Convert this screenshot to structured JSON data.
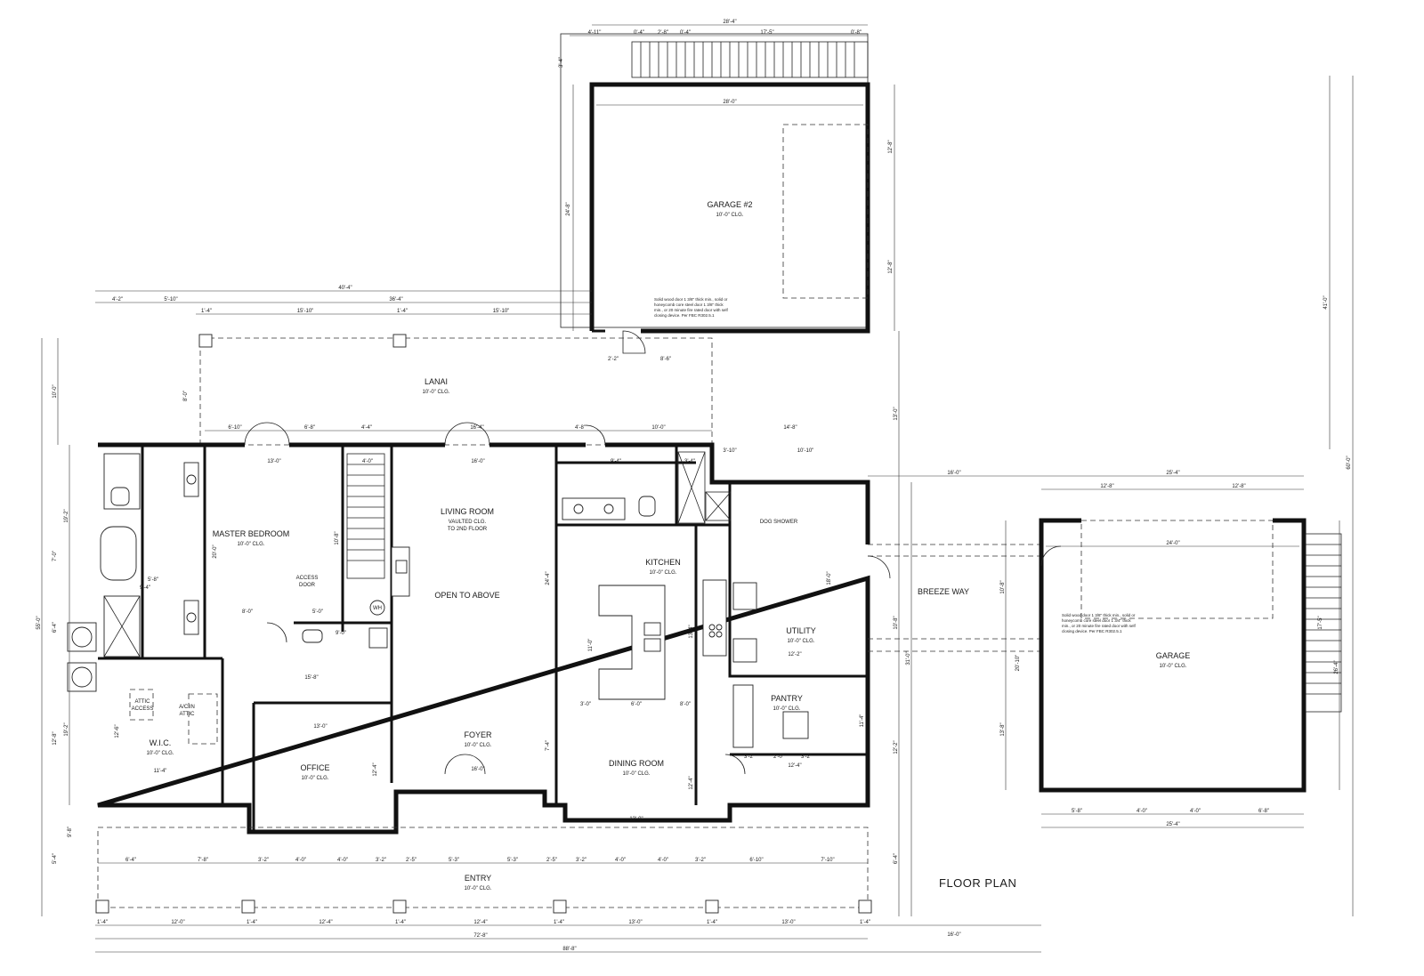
{
  "sheet_title": "FLOOR PLAN",
  "rooms": {
    "garage2": {
      "name": "GARAGE #2",
      "ceiling": "10'-0\" CLG."
    },
    "lanai": {
      "name": "LANAI",
      "ceiling": "10'-0\" CLG."
    },
    "master_bedroom": {
      "name": "MASTER BEDROOM",
      "ceiling": "10'-0\" CLG."
    },
    "living_room": {
      "name": "LIVING ROOM",
      "line2": "VAULTED CLG.",
      "line3": "TO 2ND FLOOR"
    },
    "open_to_above": {
      "name": "OPEN TO ABOVE"
    },
    "kitchen": {
      "name": "KITCHEN",
      "ceiling": "10'-0\" CLG."
    },
    "utility": {
      "name": "UTILITY",
      "ceiling": "10'-0\" CLG."
    },
    "breeze_way": {
      "name": "BREEZE WAY"
    },
    "garage": {
      "name": "GARAGE",
      "ceiling": "10'-0\" CLG."
    },
    "pantry": {
      "name": "PANTRY",
      "ceiling": "10'-0\" CLG."
    },
    "wic": {
      "name": "W.I.C.",
      "ceiling": "10'-0\" CLG."
    },
    "office": {
      "name": "OFFICE",
      "ceiling": "10'-0\" CLG."
    },
    "foyer": {
      "name": "FOYER",
      "ceiling": "10'-0\" CLG."
    },
    "dining_room": {
      "name": "DINING ROOM",
      "ceiling": "10'-0\" CLG."
    },
    "entry": {
      "name": "ENTRY",
      "ceiling": "10'-0\" CLG."
    }
  },
  "labels": {
    "access_door_1": "ACCESS",
    "access_door_2": "DOOR",
    "attic_access_1": "ATTIC",
    "attic_access_2": "ACCESS",
    "ac_attic_1": "A/C IN",
    "ac_attic_2": "ATTIC",
    "dog_shower": "DOG SHOWER",
    "water_heater": "WH"
  },
  "notes": {
    "garage2_door": [
      "Solid wood door 1 3/8\" thick min., solid or",
      "honeycomb core steel door 1 3/8\" thick",
      "min., or 20 minute fire rated door with self",
      "closing device. Per FBC R302.5.1"
    ],
    "garage_door": [
      "Solid wood door 1 3/8\" thick min., solid or",
      "honeycomb core steel door 1 3/4\" thick",
      "min., or 20 minute fire rated door with self",
      "closing device. Per FBC R302.5.1"
    ]
  },
  "dims": {
    "g2_total": "28'-4\"",
    "g2_a": "4'-11\"",
    "g2_b": "0'-4\"",
    "g2_c": "2'-8\"",
    "g2_d": "0'-4\"",
    "g2_e": "17'-5\"",
    "g2_f": "0'-8\"",
    "g2_inner": "28'-0\"",
    "g2_v1": "24'-8\"",
    "g2_v2": "12'-8\"",
    "g2_v3": "12'-8\"",
    "g2_v4": "3'-4\"",
    "g2_b1": "2'-2\"",
    "g2_b2": "8'-6\"",
    "main_top": "40'-4\"",
    "top_a": "4'-2\"",
    "top_b": "5'-10\"",
    "top_c": "36'-4\"",
    "top_d": "1'-4\"",
    "top_e": "15'-10\"",
    "top_f": "1'-4\"",
    "top_g": "15'-10\"",
    "lanai_a": "6'-10\"",
    "lanai_b": "6'-8\"",
    "lanai_c": "4'-4\"",
    "lanai_d": "16'-4\"",
    "lanai_e": "4'-8\"",
    "lanai_f": "10'-0\"",
    "lanai_g": "14'-8\"",
    "mb_w": "13'-0\"",
    "st_w": "4'-0\"",
    "lr_w": "16'-0\"",
    "bath_w": "9'-4\"",
    "bath_w2": "3'-4\"",
    "k_a": "3'-10\"",
    "k_b": "10'-10\"",
    "bw": "16'-0\"",
    "gar_top": "25'-4\"",
    "gar_a": "12'-8\"",
    "gar_b": "12'-8\"",
    "gar_inner": "24'-0\"",
    "gar_v1": "10'-8\"",
    "gar_v2": "20'-10\"",
    "gar_v3": "13'-8\"",
    "gar_v4": "17'-5\"",
    "gar_v5": "26'-4\"",
    "gar_bot": "25'-4\"",
    "gar_b1": "5'-8\"",
    "gar_b2": "4'-0\"",
    "gar_b3": "4'-0\"",
    "gar_b4": "6'-8\"",
    "overall_v": "60'-0\"",
    "overall_v2": "41'-0\"",
    "right_v1": "13'-0\"",
    "right_v2": "10'-8\"",
    "right_v3": "31'-0\"",
    "right_v4": "12'-2\"",
    "right_v5": "6'-4\"",
    "mb_v": "20'-0\"",
    "lr_v": "24'-4\"",
    "k_v": "13'-4\"",
    "ut_v": "18'-0\"",
    "ut_w": "12'-2\"",
    "lr_h": "10'-8\"",
    "bath_a": "5'-8\"",
    "bath_b": "8'-0\"",
    "bath_c": "5'-0\"",
    "wh_a": "9'-0\"",
    "hall": "15'-8\"",
    "wic_w": "11'-4\"",
    "wic_v": "12'-6\"",
    "off_w": "13'-0\"",
    "off_v": "12'-4\"",
    "foyer_w": "16'-0\"",
    "foyer_v": "7'-4\"",
    "dr_w": "13'-0\"",
    "dr_v": "12'-4\"",
    "dr_a": "3'-0\"",
    "dr_b": "6'-0\"",
    "dr_c": "8'-0\"",
    "k_in": "11'-0\"",
    "k_in2": "8'-0\"",
    "pan_w": "12'-4\"",
    "pan_v": "11'-4\"",
    "pan_a": "3'-2\"",
    "pan_b": "2'-0\"",
    "pan_c": "3'-2\"",
    "left_v1": "55'-0\"",
    "left_v2": "10'-0\"",
    "left_v3": "8'-0\"",
    "left_v4": "19'-2\"",
    "left_v5": "7'-0\"",
    "left_v6": "6'-4\"",
    "left_v7": "5'-4\"",
    "left_v8": "9'-8\"",
    "left_v9": "12'-8\"",
    "ent_a": "6'-4\"",
    "ent_b": "7'-8\"",
    "ent_c": "3'-2\"",
    "ent_d": "4'-0\"",
    "ent_e": "4'-0\"",
    "ent_f": "3'-2\"",
    "ent_g": "2'-5\"",
    "ent_h": "5'-3\"",
    "ent_i": "5'-3\"",
    "ent_j": "2'-5\"",
    "ent_k": "3'-2\"",
    "ent_l": "4'-0\"",
    "ent_m": "4'-0\"",
    "ent_n": "3'-2\"",
    "ent_o": "6'-10\"",
    "ent_p": "7'-10\"",
    "bot_a": "1'-4\"",
    "bot_b": "12'-0\"",
    "bot_c": "1'-4\"",
    "bot_d": "12'-4\"",
    "bot_e": "1'-4\"",
    "bot_f": "12'-4\"",
    "bot_g": "1'-4\"",
    "bot_h": "13'-0\"",
    "bot_i": "1'-4\"",
    "bot_j": "13'-0\"",
    "bot_k": "1'-4\"",
    "overall_w": "72'-8\"",
    "overall_w2": "88'-8\"",
    "bot_bw": "16'-0\""
  }
}
